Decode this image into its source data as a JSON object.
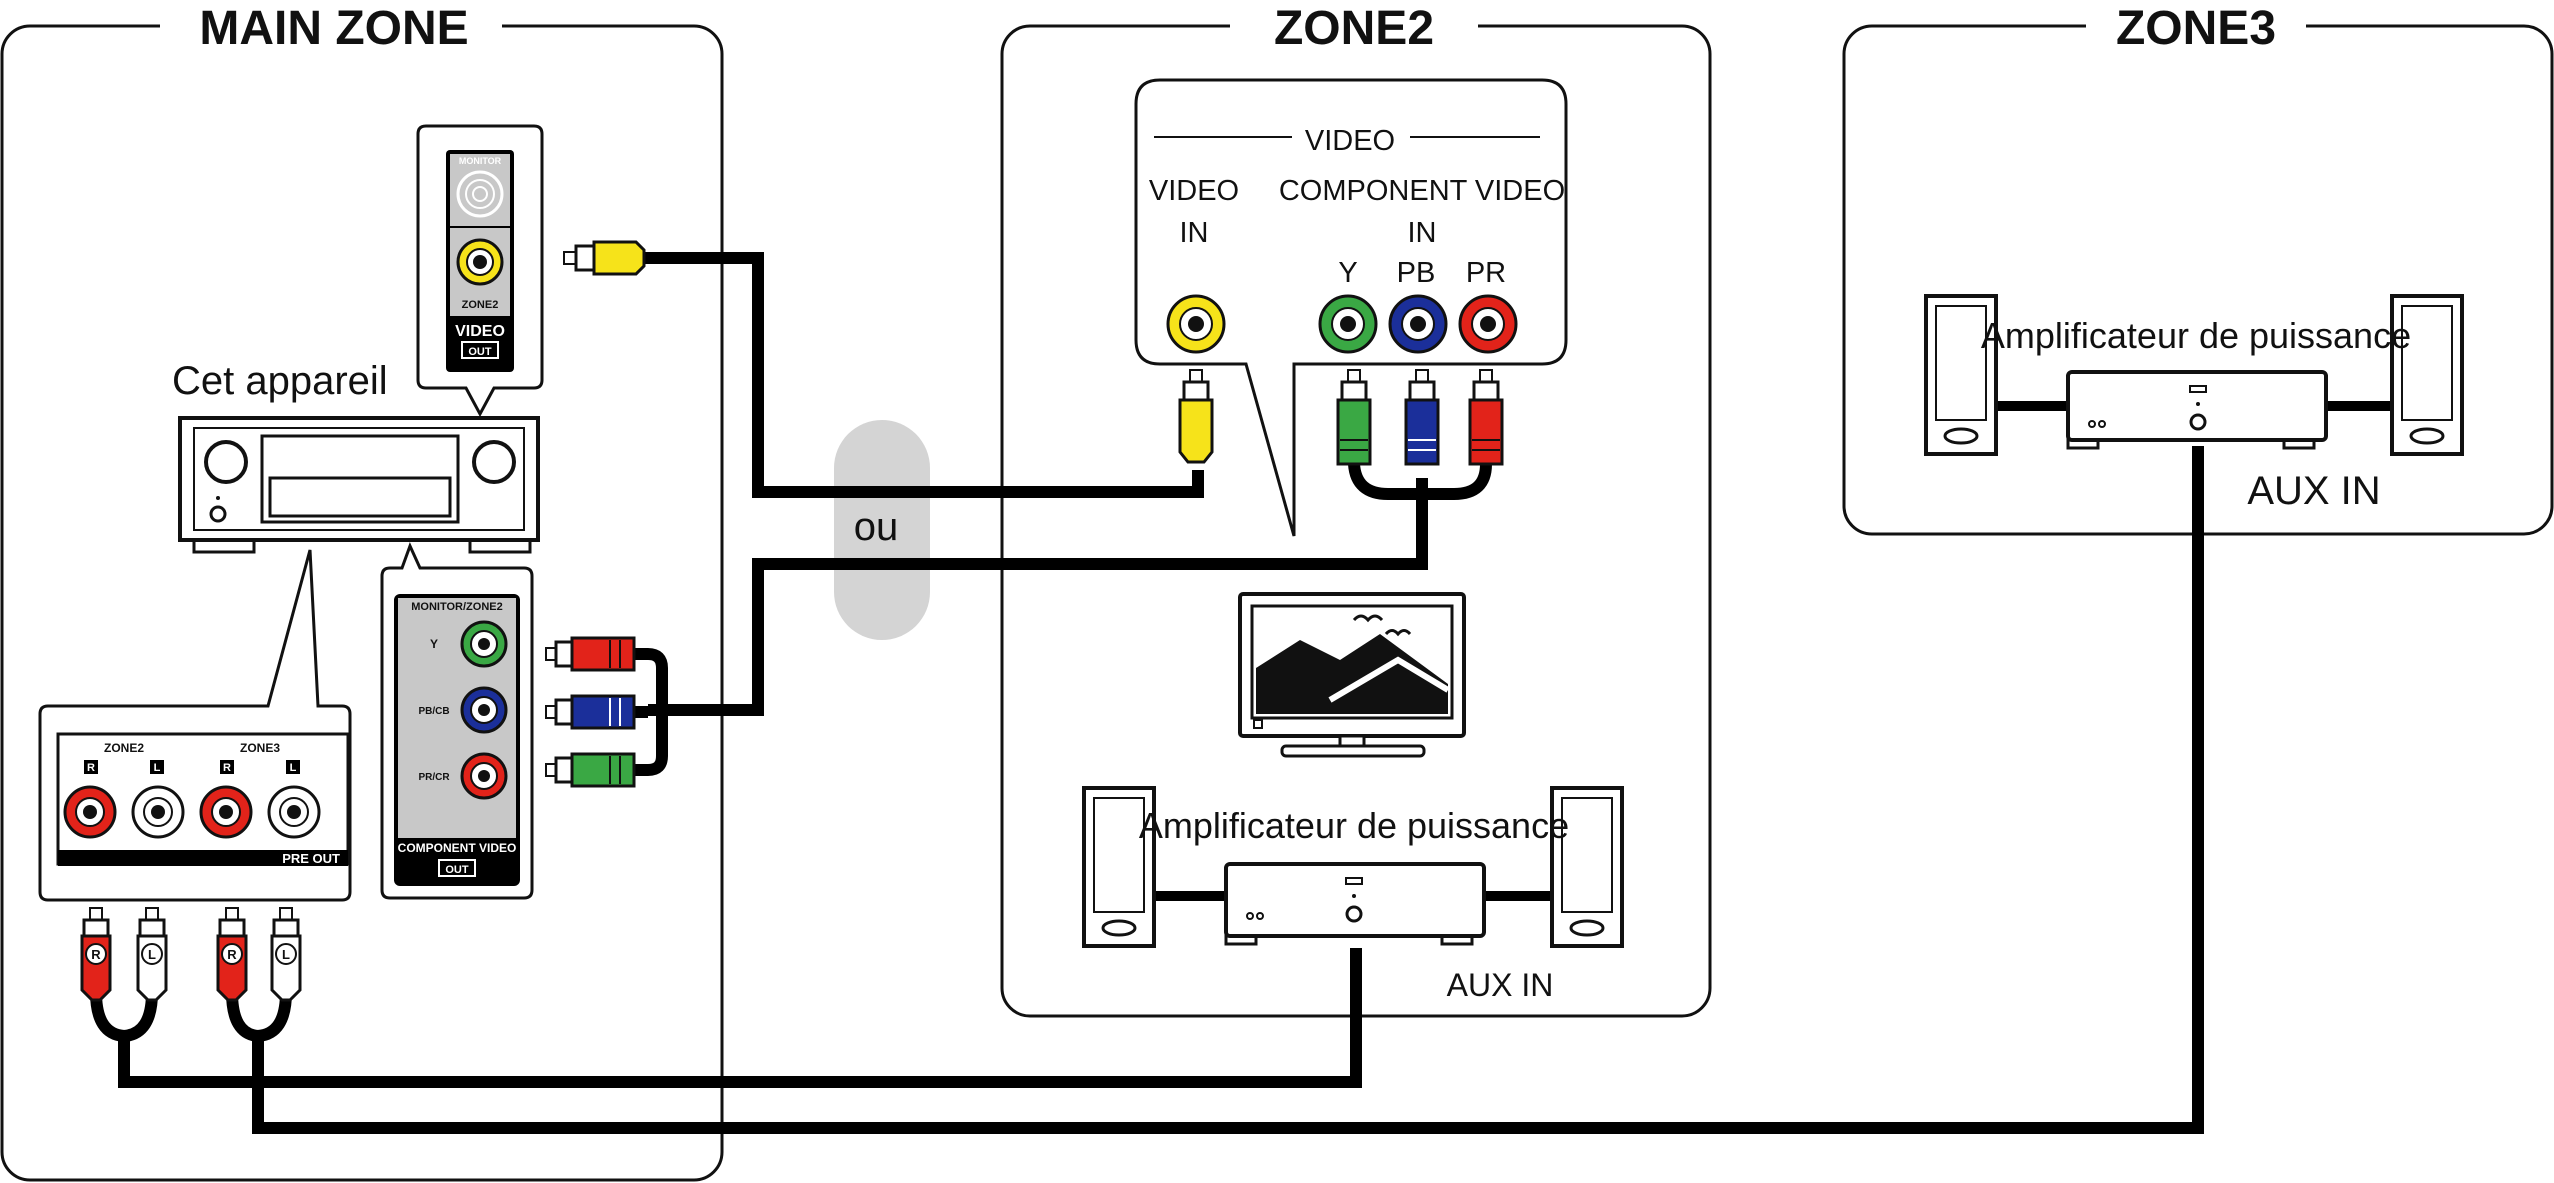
{
  "zones": {
    "main": "MAIN ZONE",
    "zone2": "ZONE2",
    "zone3": "ZONE3"
  },
  "device": {
    "label": "Cet appareil"
  },
  "video_out_panel": {
    "monitor": "MONITOR",
    "zone2": "ZONE2",
    "video": "VIDEO",
    "out": "OUT"
  },
  "component_out_panel": {
    "header": "MONITOR/ZONE2",
    "y": "Y",
    "pb": "PB/CB",
    "pr": "PR/CR",
    "footer": "COMPONENT VIDEO",
    "out": "OUT"
  },
  "pre_out_panel": {
    "zone2": "ZONE2",
    "zone3": "ZONE3",
    "r": "R",
    "l": "L",
    "footer": "PRE OUT"
  },
  "tv_input_panel": {
    "section": "VIDEO",
    "video_in_line1": "VIDEO",
    "video_in_line2": "IN",
    "component_line1": "COMPONENT VIDEO",
    "component_line2": "IN",
    "y": "Y",
    "pb": "PB",
    "pr": "PR"
  },
  "or_label": "ou",
  "zone2_amp": {
    "label": "Amplificateur de puissance",
    "input": "AUX IN"
  },
  "zone3_amp": {
    "label": "Amplificateur de puissance",
    "input": "AUX IN"
  },
  "plug_labels": {
    "r": "R",
    "l": "L"
  },
  "colors": {
    "yellow": "#f6e31a",
    "green": "#3aa844",
    "blue": "#1b2f9a",
    "red": "#e2231a",
    "white": "#ffffff",
    "panel_gray": "#c8c8c8",
    "cable": "#000000"
  }
}
